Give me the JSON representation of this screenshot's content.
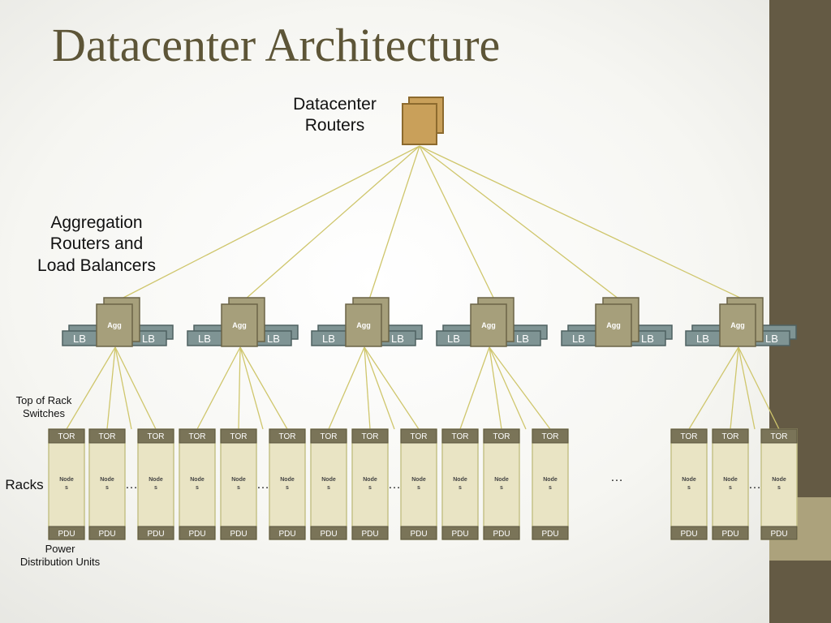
{
  "title": "Datacenter Architecture",
  "labels": {
    "datacenter_routers": "Datacenter\nRouters",
    "aggregation": "Aggregation\nRouters and\nLoad Balancers",
    "tor": "Top of Rack\nSwitches",
    "racks": "Racks",
    "pdu": "Power\nDistribution Units"
  },
  "agg_groups": [
    {
      "agg": "Agg",
      "lb_left": "LB",
      "lb_right": "LB"
    },
    {
      "agg": "Agg",
      "lb_left": "LB",
      "lb_right": "LB"
    },
    {
      "agg": "Agg",
      "lb_left": "LB",
      "lb_right": "LB"
    },
    {
      "agg": "Agg",
      "lb_left": "LB",
      "lb_right": "LB"
    },
    {
      "agg": "Agg",
      "lb_left": "LB",
      "lb_right": "LB"
    },
    {
      "agg": "Agg",
      "lb_left": "LB",
      "lb_right": "LB"
    }
  ],
  "rack_groups": [
    {
      "racks": 3,
      "ellipsis": "…"
    },
    {
      "racks": 3,
      "ellipsis": "…"
    },
    {
      "racks": 3,
      "ellipsis": "…"
    },
    {
      "racks": 3,
      "ellipsis": ""
    },
    {
      "racks": 0,
      "ellipsis": "…"
    },
    {
      "racks": 3,
      "ellipsis": "…"
    }
  ],
  "rack": {
    "tor": "TOR",
    "nodes": "Node\ns",
    "pdu": "PDU"
  },
  "colors": {
    "title": "#5d5537",
    "router": "#c9a05a",
    "router_border": "#8c6a2e",
    "agg": "#a69f7b",
    "agg_border": "#6b6447",
    "lb": "#7f9494",
    "lb_border": "#4f6161",
    "tor": "#7a7458",
    "rack_body": "#e9e4c4",
    "rack_border": "#c5c288",
    "link": "#cfc66c",
    "sidebar": "#645a44",
    "sidebar_accent": "#aca27c"
  }
}
